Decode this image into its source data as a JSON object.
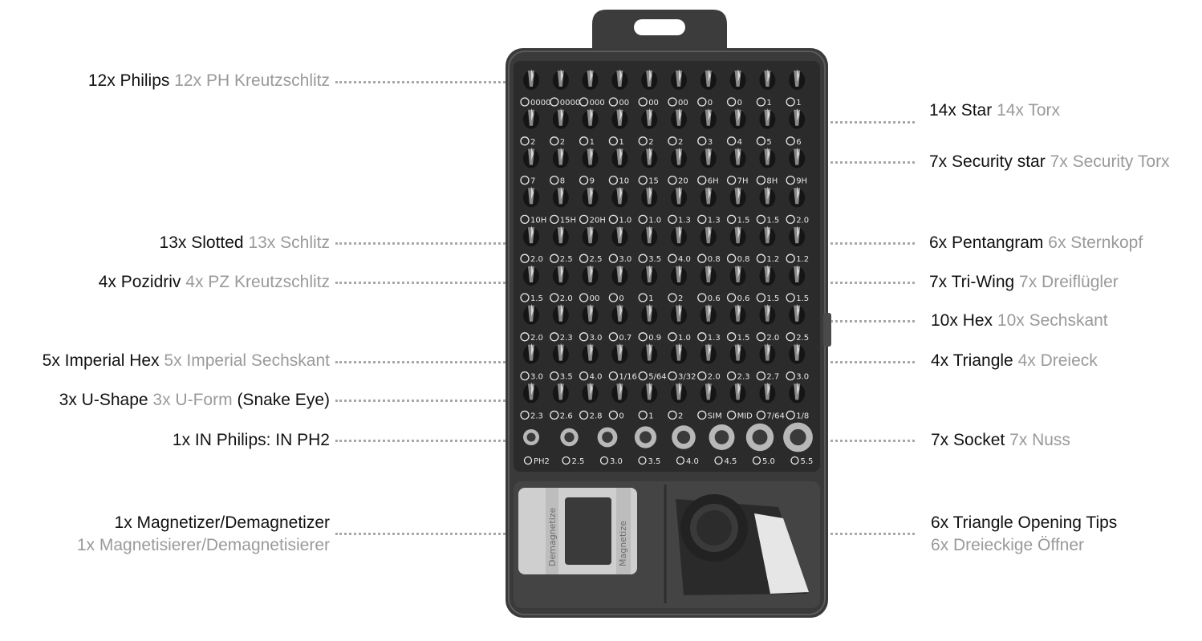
{
  "callouts_left": [
    {
      "en": "12x Philips",
      "de": "12x PH Kreutzschlitz",
      "extra": ""
    },
    {
      "en": "13x Slotted",
      "de": "13x Schlitz",
      "extra": ""
    },
    {
      "en": "4x Pozidriv",
      "de": "4x PZ Kreutzschlitz",
      "extra": ""
    },
    {
      "en": "5x Imperial Hex",
      "de": "5x Imperial Sechskant",
      "extra": ""
    },
    {
      "en": "3x U-Shape",
      "de": "3x U-Form",
      "extra": "(Snake Eye)"
    },
    {
      "en": "1x IN Philips: IN PH2",
      "de": "",
      "extra": ""
    },
    {
      "en": "1x Magnetizer/Demagnetizer",
      "de": "1x Magnetisierer/Demagnetisierer",
      "extra": ""
    }
  ],
  "callouts_right": [
    {
      "en": "14x Star",
      "de": "14x Torx"
    },
    {
      "en": "7x Security star",
      "de": "7x Security Torx"
    },
    {
      "en": "6x Pentangram",
      "de": "6x Sternkopf"
    },
    {
      "en": "7x Tri-Wing",
      "de": "7x Dreiflügler"
    },
    {
      "en": "10x Hex",
      "de": "10x Sechskant"
    },
    {
      "en": "4x Triangle",
      "de": "4x Dreieck"
    },
    {
      "en": "7x Socket",
      "de": "7x Nuss"
    },
    {
      "en": "6x Triangle Opening Tips",
      "de": "6x Dreieckige Öffner"
    }
  ],
  "bit_rows": [
    [
      "0000",
      "0000",
      "000",
      "00",
      "00",
      "00",
      "0",
      "0",
      "1",
      "1"
    ],
    [
      "2",
      "2",
      "1",
      "1",
      "2",
      "2",
      "3",
      "4",
      "5",
      "6"
    ],
    [
      "7",
      "8",
      "9",
      "10",
      "15",
      "20",
      "6H",
      "7H",
      "8H",
      "9H"
    ],
    [
      "10H",
      "15H",
      "20H",
      "1.0",
      "1.0",
      "1.3",
      "1.3",
      "1.5",
      "1.5",
      "2.0"
    ],
    [
      "2.0",
      "2.5",
      "2.5",
      "3.0",
      "3.5",
      "4.0",
      "0.8",
      "0.8",
      "1.2",
      "1.2"
    ],
    [
      "1.5",
      "2.0",
      "00",
      "0",
      "1",
      "2",
      "0.6",
      "0.6",
      "1.5",
      "1.5"
    ],
    [
      "2.0",
      "2.3",
      "3.0",
      "0.7",
      "0.9",
      "1.0",
      "1.3",
      "1.5",
      "2.0",
      "2.5"
    ],
    [
      "3.0",
      "3.5",
      "4.0",
      "1/16",
      "5/64",
      "3/32",
      "2.0",
      "2.3",
      "2.7",
      "3.0"
    ],
    [
      "2.3",
      "2.6",
      "2.8",
      "0",
      "1",
      "2",
      "SIM",
      "MID",
      "7/64",
      "1/8"
    ]
  ],
  "socket_labels": [
    "PH2",
    "2.5",
    "3.0",
    "3.5",
    "4.0",
    "4.5",
    "5.0",
    "5.5"
  ],
  "magnetizer_text": "Magnetize",
  "demagnetizer_text": "Demagnetize",
  "colors": {
    "case": "#3a3a3a",
    "case_light": "#5c5c5c",
    "panel": "#2a2a2a",
    "label_de": "#9a9a9a",
    "dots": "#a8a8a8"
  }
}
